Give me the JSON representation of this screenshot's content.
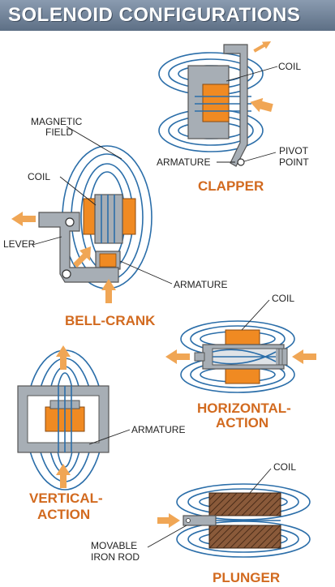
{
  "title": "SOLENOID CONFIGURATIONS",
  "colors": {
    "field": "#2b6ea9",
    "coil": "#f08a22",
    "arrow": "#f0a655",
    "caption": "#d26a1f",
    "frame": "#9aa1a8",
    "title_bar": "#6a7c92"
  },
  "clapper": {
    "caption": "CLAPPER",
    "coil": "COIL",
    "armature": "ARMATURE",
    "pivot_line1": "PIVOT",
    "pivot_line2": "POINT"
  },
  "bell_crank": {
    "caption": "BELL-CRANK",
    "magnetic_line1": "MAGNETIC",
    "magnetic_line2": "FIELD",
    "coil": "COIL",
    "lever": "LEVER",
    "armature": "ARMATURE"
  },
  "horizontal": {
    "caption_line1": "HORIZONTAL-",
    "caption_line2": "ACTION",
    "coil": "COIL"
  },
  "vertical": {
    "caption_line1": "VERTICAL-",
    "caption_line2": "ACTION",
    "armature": "ARMATURE"
  },
  "plunger": {
    "caption": "PLUNGER",
    "coil": "COIL",
    "rod_line1": "MOVABLE",
    "rod_line2": "IRON ROD"
  }
}
